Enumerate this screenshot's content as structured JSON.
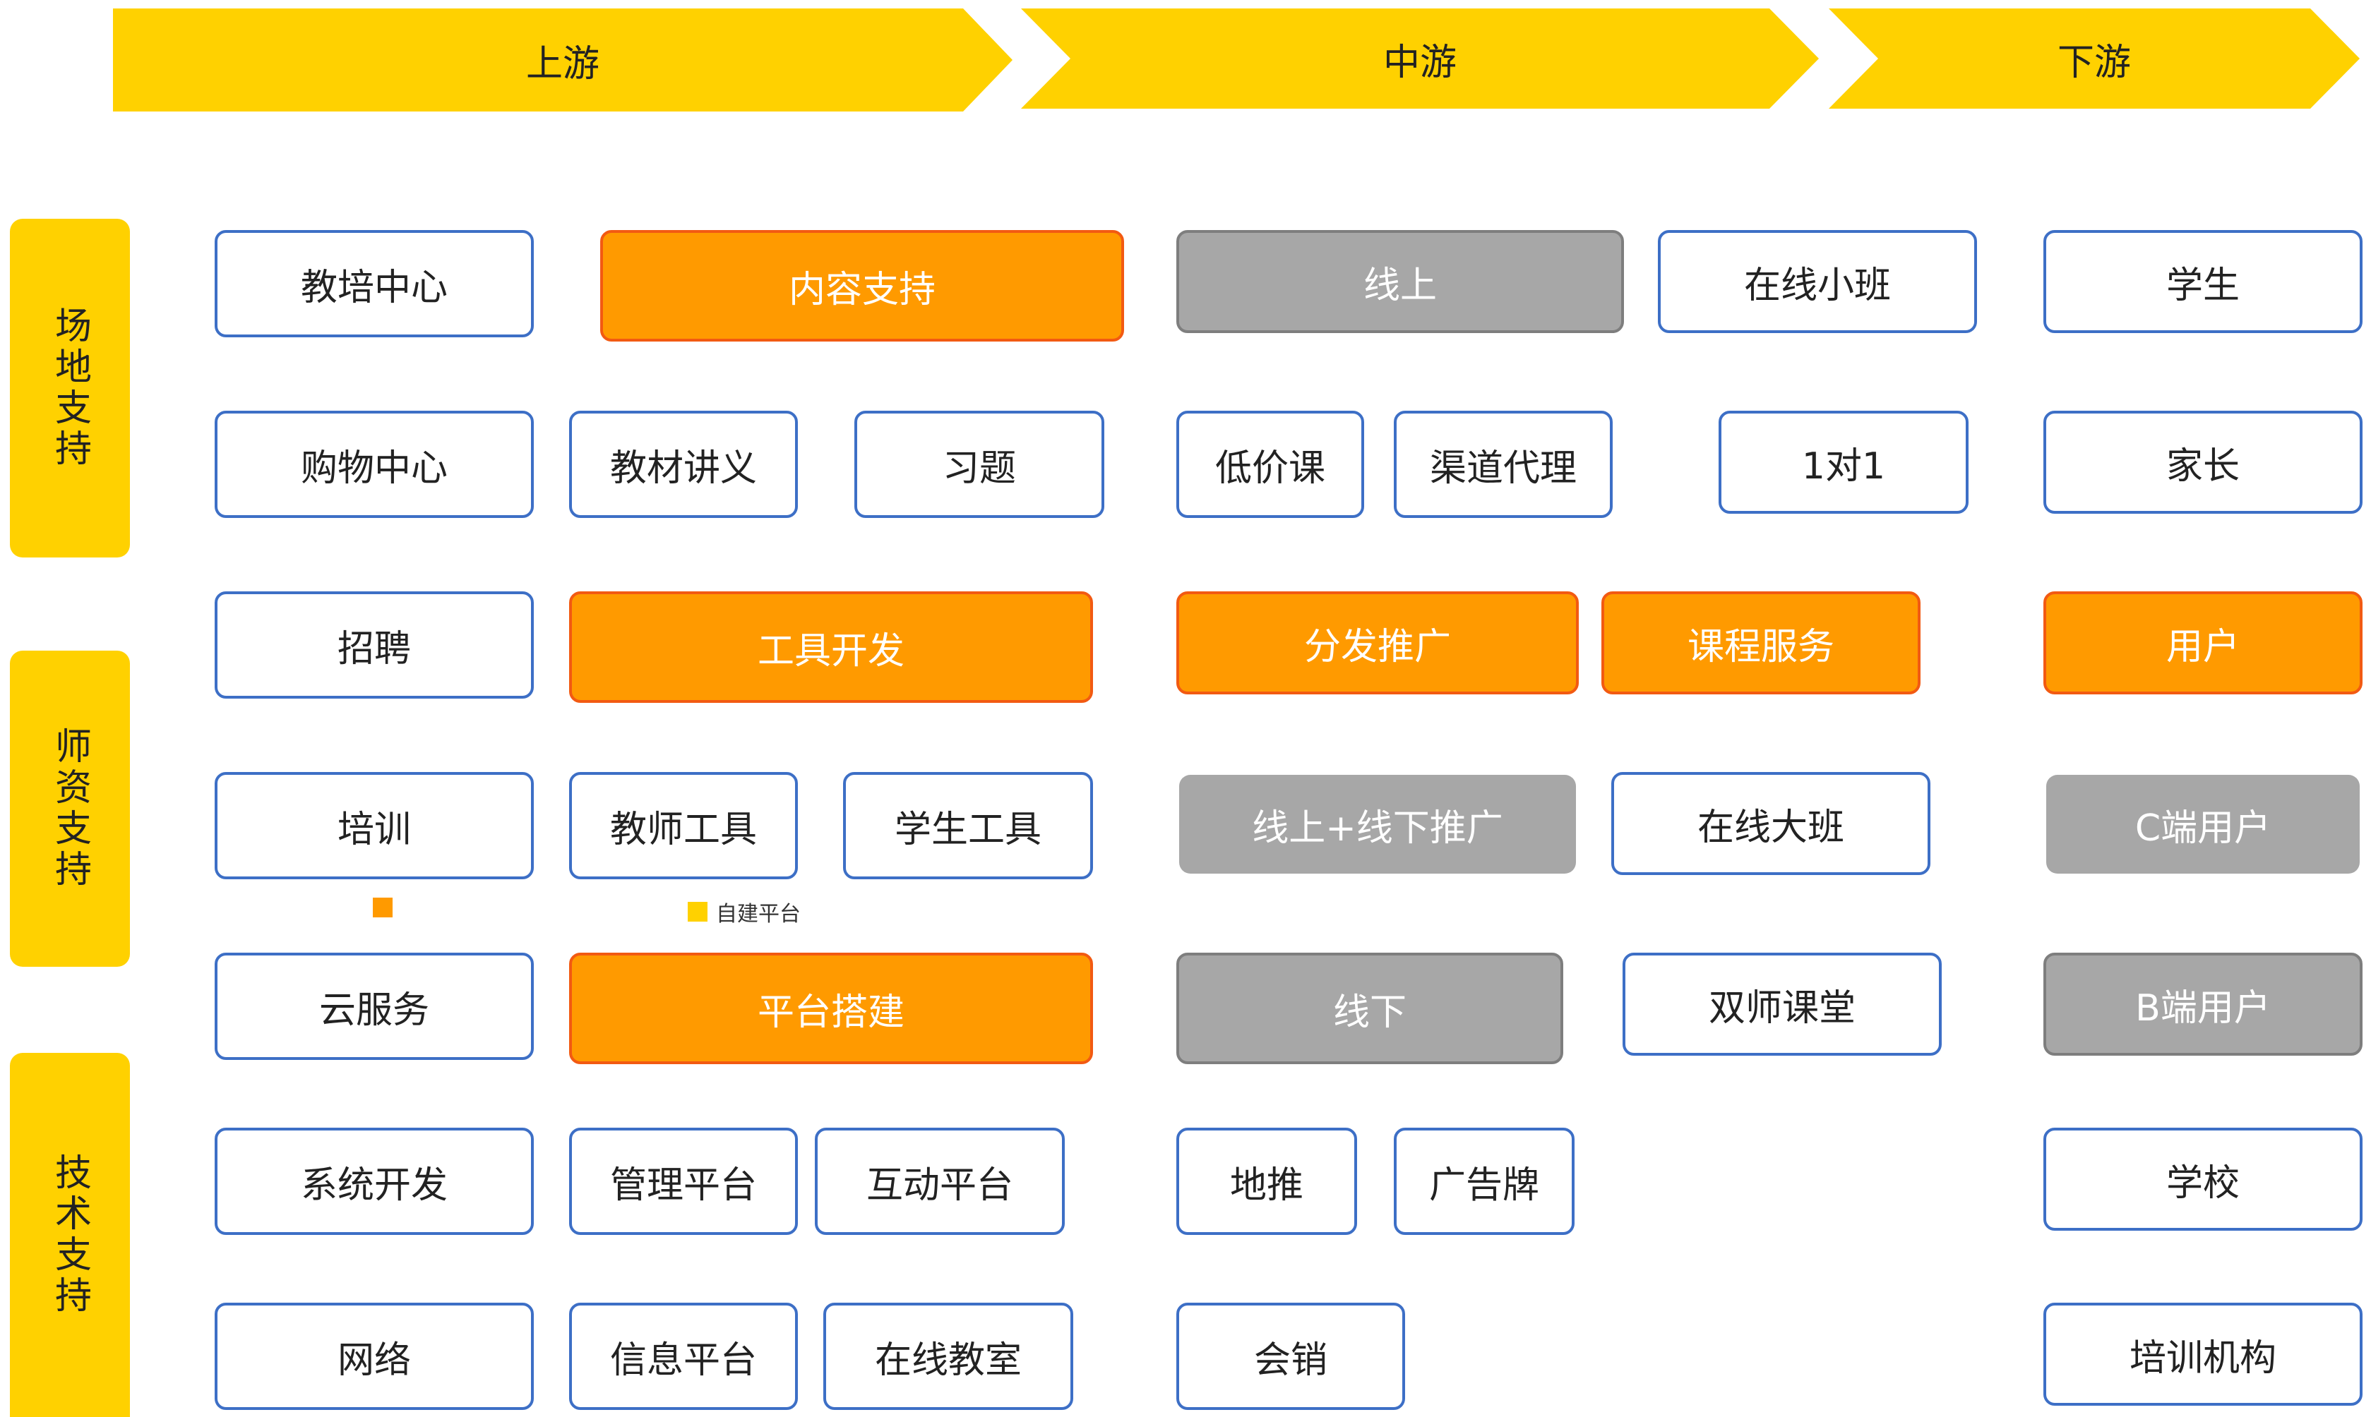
{
  "header": {
    "upstream": "上游",
    "midstream": "中游",
    "downstream": "下游"
  },
  "side": {
    "venue": "场地支持",
    "teacher": "师资支持",
    "tech": "技术支持"
  },
  "upstream": {
    "r1c1": "教培中心",
    "content_support": "内容支持",
    "r2c1": "购物中心",
    "textbook": "教材讲义",
    "exercise": "习题",
    "r3c1": "招聘",
    "tool_dev": "工具开发",
    "r4c1": "培训",
    "teacher_tool": "教师工具",
    "student_tool": "学生工具",
    "r5c1": "云服务",
    "platform_build": "平台搭建",
    "r6c1": "系统开发",
    "mgmt_platform": "管理平台",
    "interact_platform": "互动平台",
    "r7c1": "网络",
    "info_platform": "信息平台",
    "online_classroom": "在线教室"
  },
  "legend": {
    "item2": "自建平台"
  },
  "colors": {
    "orange": "#FF9A00",
    "yellow": "#FFD100"
  },
  "midstream": {
    "online": "线上",
    "online_small": "在线小班",
    "low_price": "低价课",
    "channel_agent": "渠道代理",
    "one_on_one": "1对1",
    "distribution": "分发推广",
    "course_service": "课程服务",
    "online_offline": "线上+线下推广",
    "online_big": "在线大班",
    "offline": "线下",
    "dual_teacher": "双师课堂",
    "ground_push": "地推",
    "billboard": "广告牌",
    "conference": "会销"
  },
  "downstream": {
    "student": "学生",
    "parent": "家长",
    "user": "用户",
    "c_user": "C端用户",
    "b_user": "B端用户",
    "school": "学校",
    "institution": "培训机构"
  }
}
